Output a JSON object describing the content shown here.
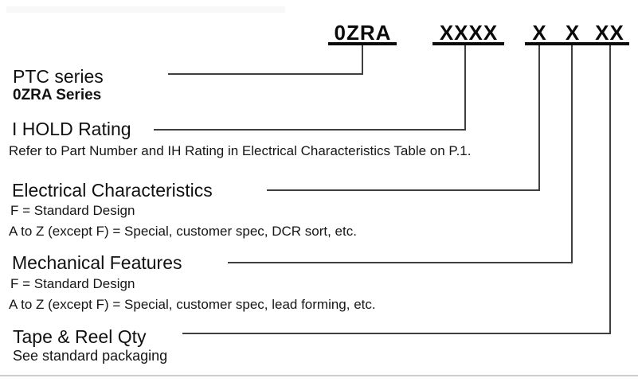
{
  "part_number": {
    "series_code": "0ZRA",
    "rating_code": "XXXX",
    "electrical_code": "X",
    "mechanical_code": "X",
    "tape_reel_code": "XX"
  },
  "sections": [
    {
      "title": "PTC series",
      "lines": [
        "0ZRA Series"
      ]
    },
    {
      "title": "I HOLD Rating",
      "lines": [
        "Refer to Part Number and IH Rating in Electrical Characteristics Table on P.1."
      ]
    },
    {
      "title": "Electrical Characteristics",
      "lines": [
        "F = Standard Design",
        "A to Z (except F) = Special, customer spec, DCR sort, etc."
      ]
    },
    {
      "title": "Mechanical Features",
      "lines": [
        "F = Standard Design",
        "A to Z (except F) = Special, customer spec, lead forming, etc."
      ]
    },
    {
      "title": "Tape & Reel Qty",
      "lines": [
        "See standard packaging"
      ]
    }
  ],
  "colors": {
    "text": "#111111",
    "connector_line": "#3f3f3f",
    "underline": "#0a0a0a",
    "separator": "#cccccc"
  }
}
